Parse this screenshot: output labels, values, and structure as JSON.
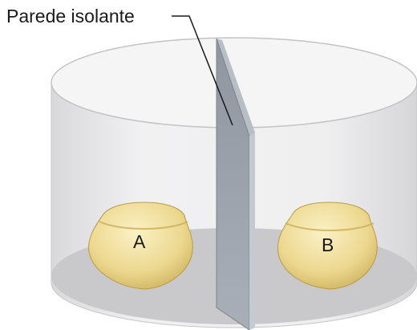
{
  "callout": {
    "text": "Parede isolante"
  },
  "objects": [
    {
      "id": "a",
      "label": "A"
    },
    {
      "id": "b",
      "label": "B"
    }
  ],
  "colors": {
    "cylinder_fill": "#e8e8e8",
    "floor": "#c9c9cc",
    "wall_face": "#9aa0a8",
    "wall_edge": "#b8bec6",
    "object_fill": "#f2e2a0",
    "object_shade": "#d8c070"
  }
}
